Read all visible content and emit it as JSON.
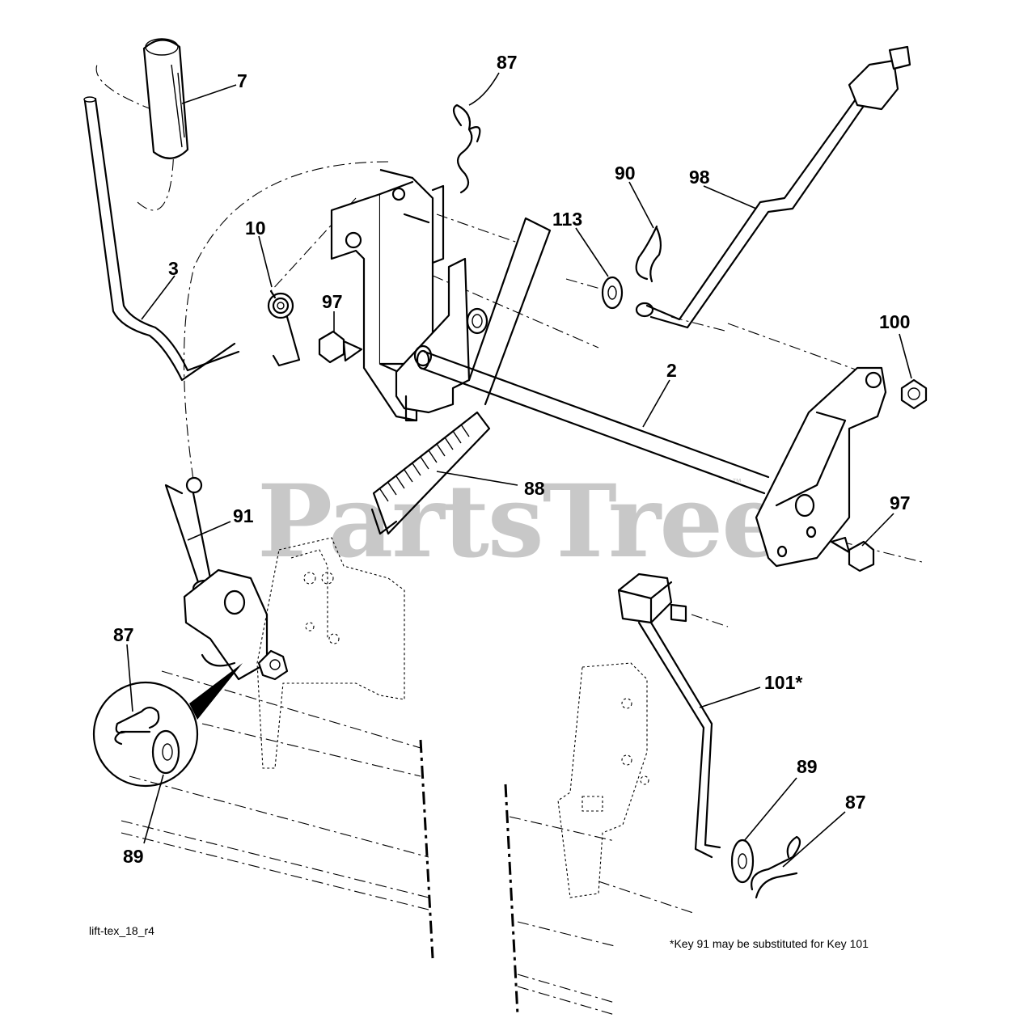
{
  "colors": {
    "ink": "#000000",
    "paper": "#ffffff",
    "watermark": "#c8c8c8"
  },
  "watermark": {
    "text": "PartsTree",
    "trademark": "™"
  },
  "drawing_id": "lift-tex_18_r4",
  "footnote": "*Key 91 may be substituted for Key 101",
  "callouts": {
    "c7": "7",
    "c3": "3",
    "c10": "10",
    "c87_top": "87",
    "c97_left": "97",
    "c90": "90",
    "c98": "98",
    "c113": "113",
    "c100": "100",
    "c2": "2",
    "c88": "88",
    "c97_right": "97",
    "c91": "91",
    "c87_left": "87",
    "c89_left": "89",
    "c101": "101*",
    "c89_right": "89",
    "c87_right": "87"
  }
}
